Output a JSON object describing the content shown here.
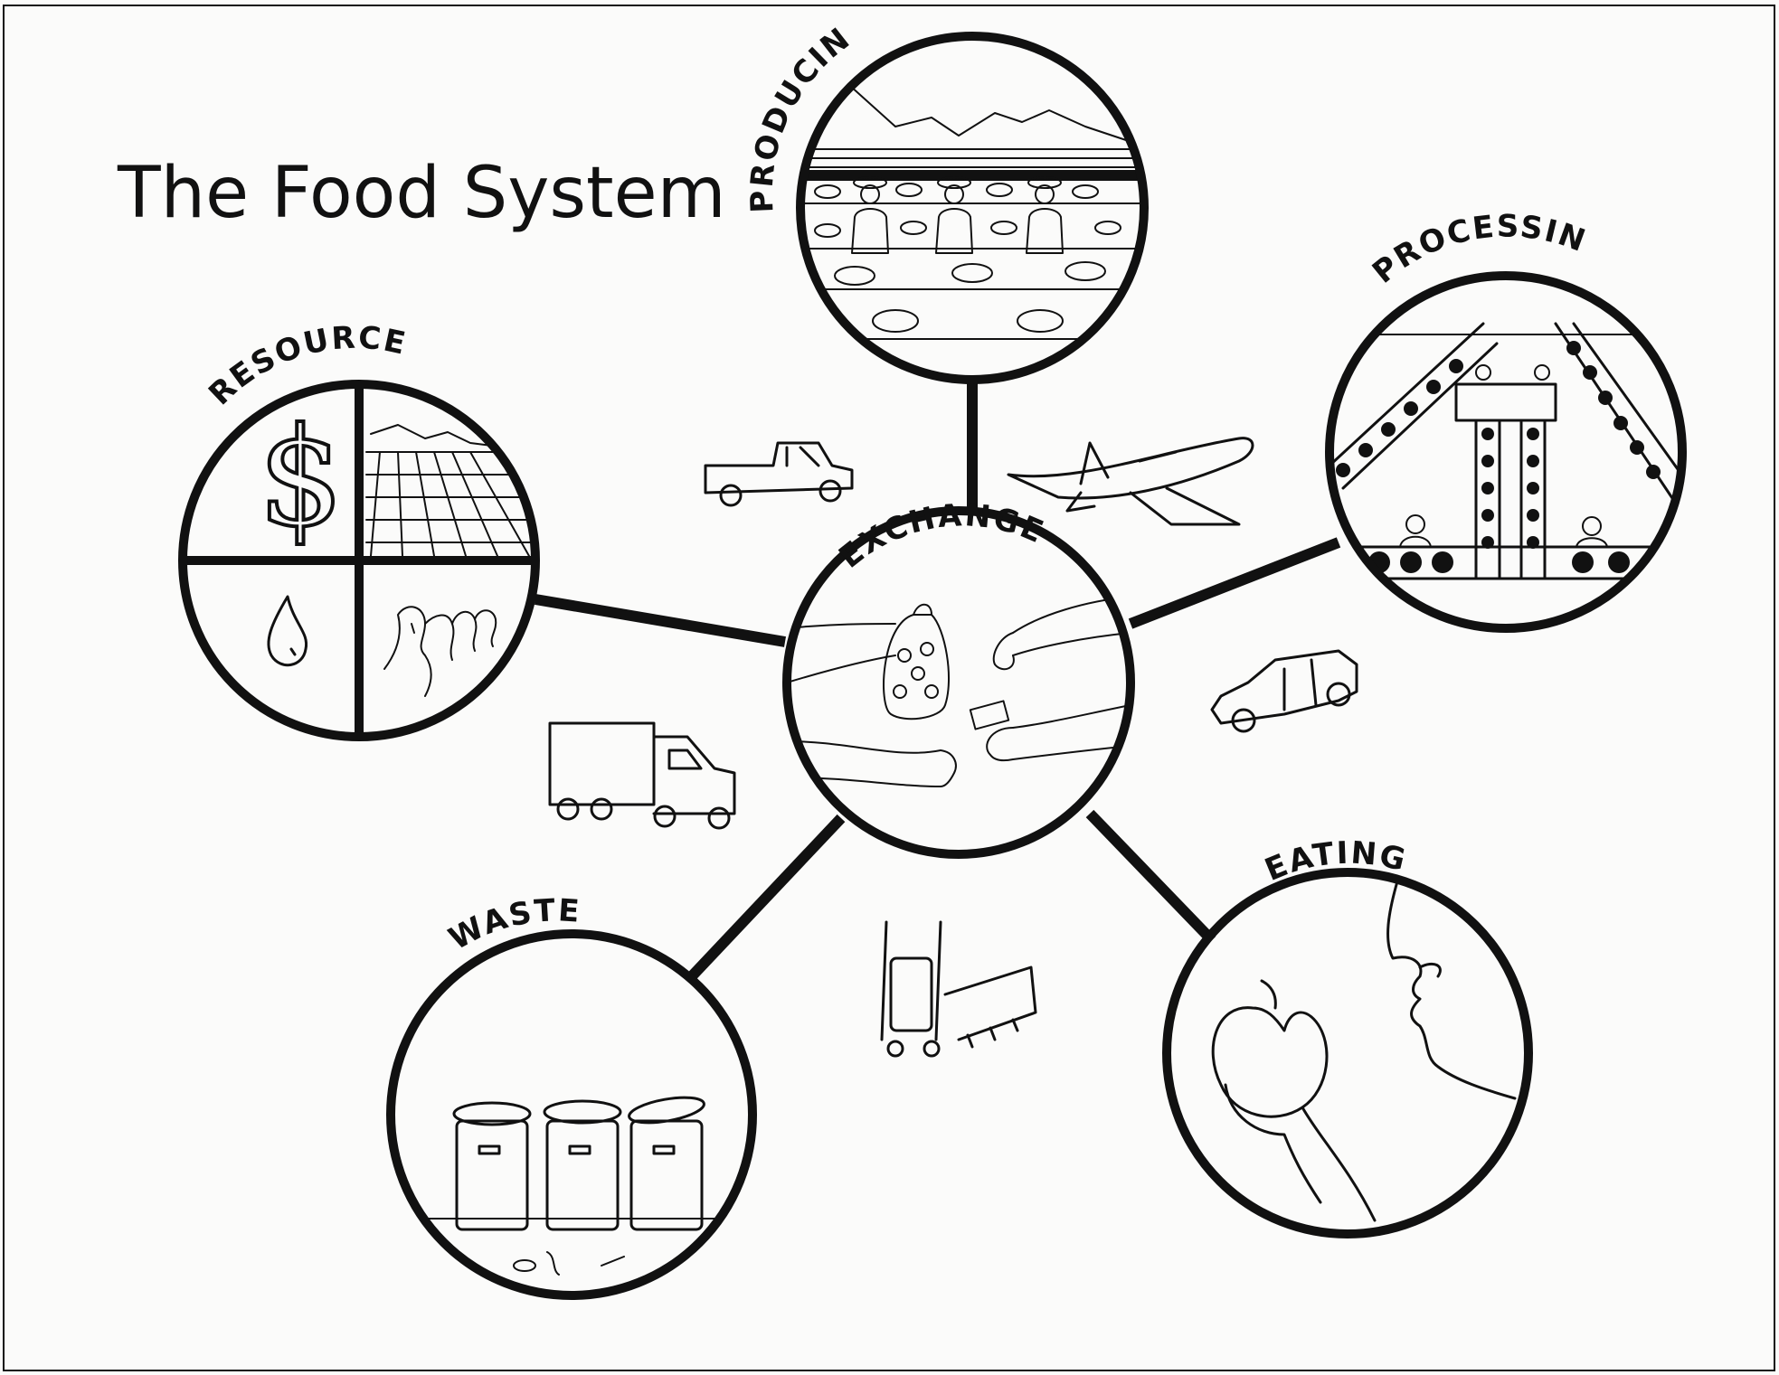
{
  "title": "The Food System",
  "nodes": [
    {
      "id": "resources",
      "label": "RESOURCES",
      "icon": "money-land-water-air-icon"
    },
    {
      "id": "producing",
      "label": "PRODUCING",
      "icon": "farm-field-workers-icon"
    },
    {
      "id": "processing",
      "label": "PROCESSING",
      "icon": "conveyor-factory-icon"
    },
    {
      "id": "exchange",
      "label": "EXCHANGE",
      "icon": "hands-trading-icon"
    },
    {
      "id": "eating",
      "label": "EATING",
      "icon": "person-eating-apple-icon"
    },
    {
      "id": "waste",
      "label": "WASTE",
      "icon": "trash-cans-icon"
    }
  ],
  "transport_icons": [
    "pickup-truck-icon",
    "airplane-icon",
    "car-icon",
    "semi-truck-icon",
    "hand-truck-icon"
  ],
  "colors": {
    "ink": "#111111",
    "paper": "#fbfbfa"
  }
}
